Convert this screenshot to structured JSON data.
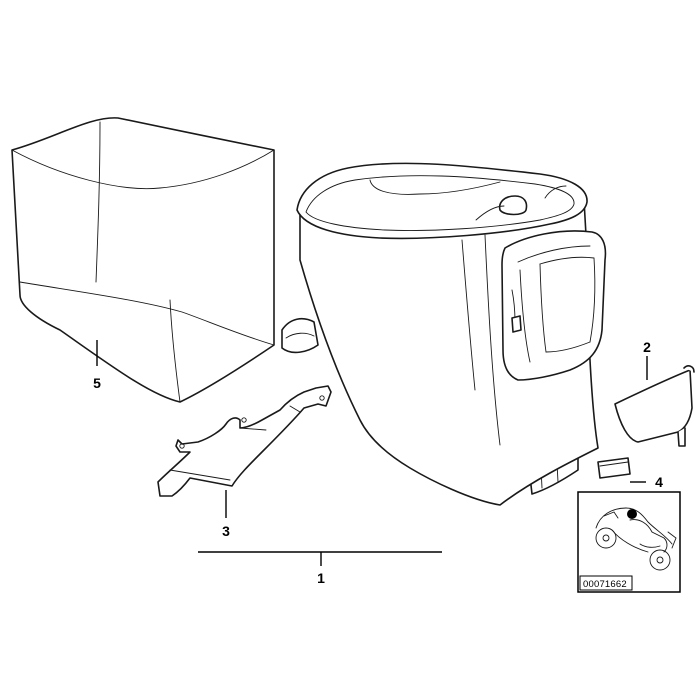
{
  "diagram": {
    "callouts": {
      "part_1": "1",
      "part_2": "2",
      "part_3": "3",
      "part_4": "4",
      "part_5": "5"
    },
    "inset": {
      "reference_code": "00071662"
    }
  }
}
